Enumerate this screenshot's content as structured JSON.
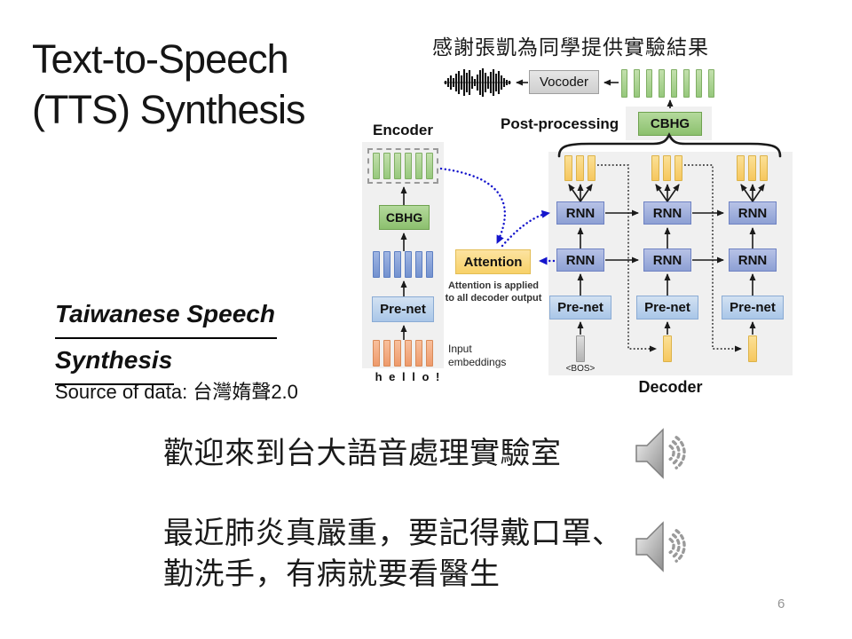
{
  "slide": {
    "title_line1": "Text-to-Speech",
    "title_line2": "(TTS) Synthesis",
    "credit": "感謝張凱為同學提供實驗結果",
    "page_number": "6"
  },
  "diagram": {
    "vocoder_label": "Vocoder",
    "post_processing_label": "Post-processing",
    "cbhg_label": "CBHG",
    "encoder": {
      "label": "Encoder",
      "prenet_label": "Pre-net",
      "input_text": "h e l l o !",
      "input_embeddings_line1": "Input",
      "input_embeddings_line2": "embeddings"
    },
    "attention": {
      "label": "Attention",
      "caption_line1": "Attention is applied",
      "caption_line2": "to all decoder output"
    },
    "decoder": {
      "label": "Decoder",
      "rnn_label": "RNN",
      "prenet_label": "Pre-net",
      "bos_label": "<BOS>"
    },
    "palette": {
      "green": "#9cc87f",
      "blue_rnn": "#8da0d4",
      "blue_prenet": "#a9c6e8",
      "yellow": "#f8d169",
      "orange": "#ee9a6b",
      "panel_gray": "#f0f0f0",
      "attention_arrow_blue": "#1414cc"
    }
  },
  "content": {
    "heading_line1": "Taiwanese Speech",
    "heading_line2": "Synthesis",
    "source_text": "Source of data: 台灣媠聲2.0",
    "sentence1": "歡迎來到台大語音處理實驗室",
    "sentence2_line1": "最近肺炎真嚴重，要記得戴口罩、",
    "sentence2_line2": "勤洗手，有病就要看醫生"
  }
}
